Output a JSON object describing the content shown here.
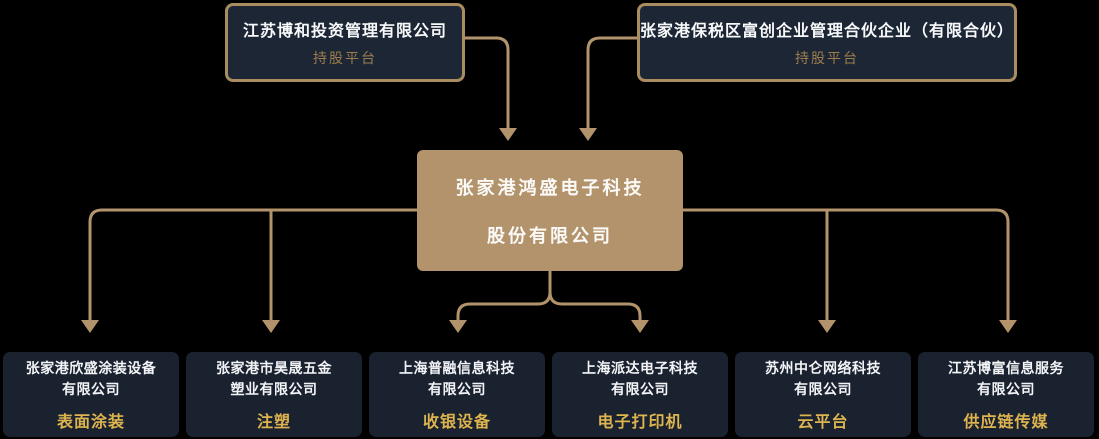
{
  "colors": {
    "background": "#000000",
    "box_dark_top": "#1d2634",
    "box_dark_bottom": "#1a212f",
    "accent_gold": "#b2936b",
    "border_gold": "#a98c5f",
    "subtitle_gold_muted": "#9c7d4e",
    "subtitle_gold_bright": "#ddb44f",
    "text_white": "#f7f9fb"
  },
  "parents": [
    {
      "name": "江苏博和投资管理有限公司",
      "role": "持股平台"
    },
    {
      "name": "张家港保税区富创企业管理合伙企业（有限合伙）",
      "role": "持股平台"
    }
  ],
  "company": {
    "name_line1": "张家港鸿盛电子科技",
    "name_line2": "股份有限公司"
  },
  "subsidiaries": [
    {
      "name_line1": "张家港欣盛涂装设备",
      "name_line2": "有限公司",
      "business": "表面涂装"
    },
    {
      "name_line1": "张家港市昊晟五金",
      "name_line2": "塑业有限公司",
      "business": "注塑"
    },
    {
      "name_line1": "上海普融信息科技",
      "name_line2": "有限公司",
      "business": "收银设备"
    },
    {
      "name_line1": "上海派达电子科技",
      "name_line2": "有限公司",
      "business": "电子打印机"
    },
    {
      "name_line1": "苏州中仑网络科技",
      "name_line2": "有限公司",
      "business": "云平台"
    },
    {
      "name_line1": "江苏博富信息服务",
      "name_line2": "有限公司",
      "business": "供应链传媒"
    }
  ]
}
